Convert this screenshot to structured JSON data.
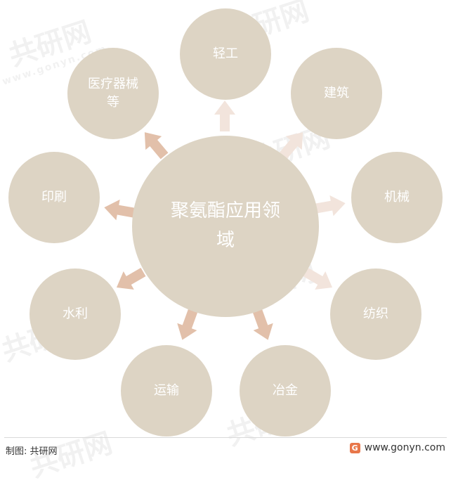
{
  "center": {
    "line1": "聚氨酯应用领",
    "line2": "域"
  },
  "nodes": [
    {
      "id": "light-industry",
      "label": "轻工"
    },
    {
      "id": "construction",
      "label": "建筑"
    },
    {
      "id": "machinery",
      "label": "机械"
    },
    {
      "id": "textile",
      "label": "纺织"
    },
    {
      "id": "metallurgy",
      "label": "冶金"
    },
    {
      "id": "transport",
      "label": "运输"
    },
    {
      "id": "water-conservancy",
      "label": "水利"
    },
    {
      "id": "printing",
      "label": "印刷"
    },
    {
      "id": "medical-devices",
      "line1": "医疗器械",
      "line2": "等"
    }
  ],
  "footer": {
    "source": "制图: 共研网",
    "logo_glyph": "G",
    "website": "www.gonyn.com"
  },
  "watermark": {
    "brand": "共研网",
    "url": "www.gonyn.com"
  },
  "colors": {
    "circle": "#ddd4c4",
    "arrow_dark": "#e2c0aa",
    "arrow_light": "#f2e4dc",
    "text": "#ffffff"
  }
}
